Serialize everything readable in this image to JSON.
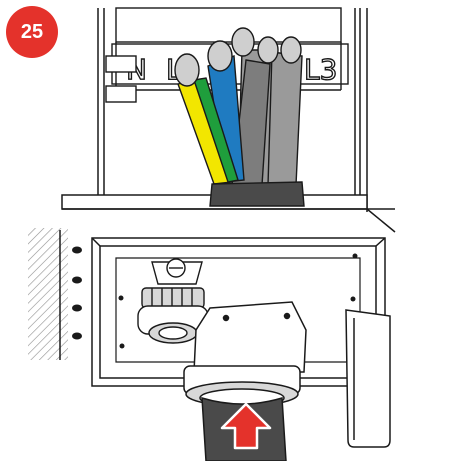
{
  "step": {
    "number": "25"
  },
  "terminal_labels": [
    "N",
    "L1",
    "L2",
    "L3"
  ],
  "colors": {
    "badge": "#e4322b",
    "outline": "#1a1a1a",
    "panel": "#ffffff",
    "hatch": "#8c8c8c",
    "wire_grey": "#9a9a9a",
    "wire_grey_dark": "#7d7d7d",
    "wire_blue": "#1f7bc1",
    "wire_yellow": "#f2e600",
    "wire_green": "#1f9e3c",
    "cable_jacket": "#4a4a4a",
    "gland": "#d8d8d8",
    "arrow": "#e4322b"
  },
  "icons": {
    "arrow": "red-arrow-up-icon",
    "gland": "cable-gland-icon",
    "screws": "screw-icon"
  }
}
